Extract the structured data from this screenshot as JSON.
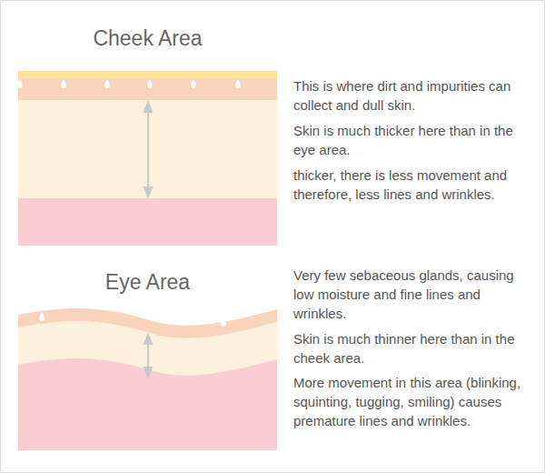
{
  "diagram": {
    "labels": [
      "Cheek Area",
      "This is where dirt and impurities can collect and dull skin.",
      "Skin is much thicker here than in the eye area.",
      "thicker, there is less movement and therefore, less lines and wrinkles.",
      "Eye Area",
      "Very few sebaceous glands, causing low moisture and fine lines and wrinkles.",
      "Skin is much thinner here than in the cheek area.",
      "More movement in this area (blinking, squinting, tugging, smiling) causes premature lines and wrinkles."
    ]
  }
}
